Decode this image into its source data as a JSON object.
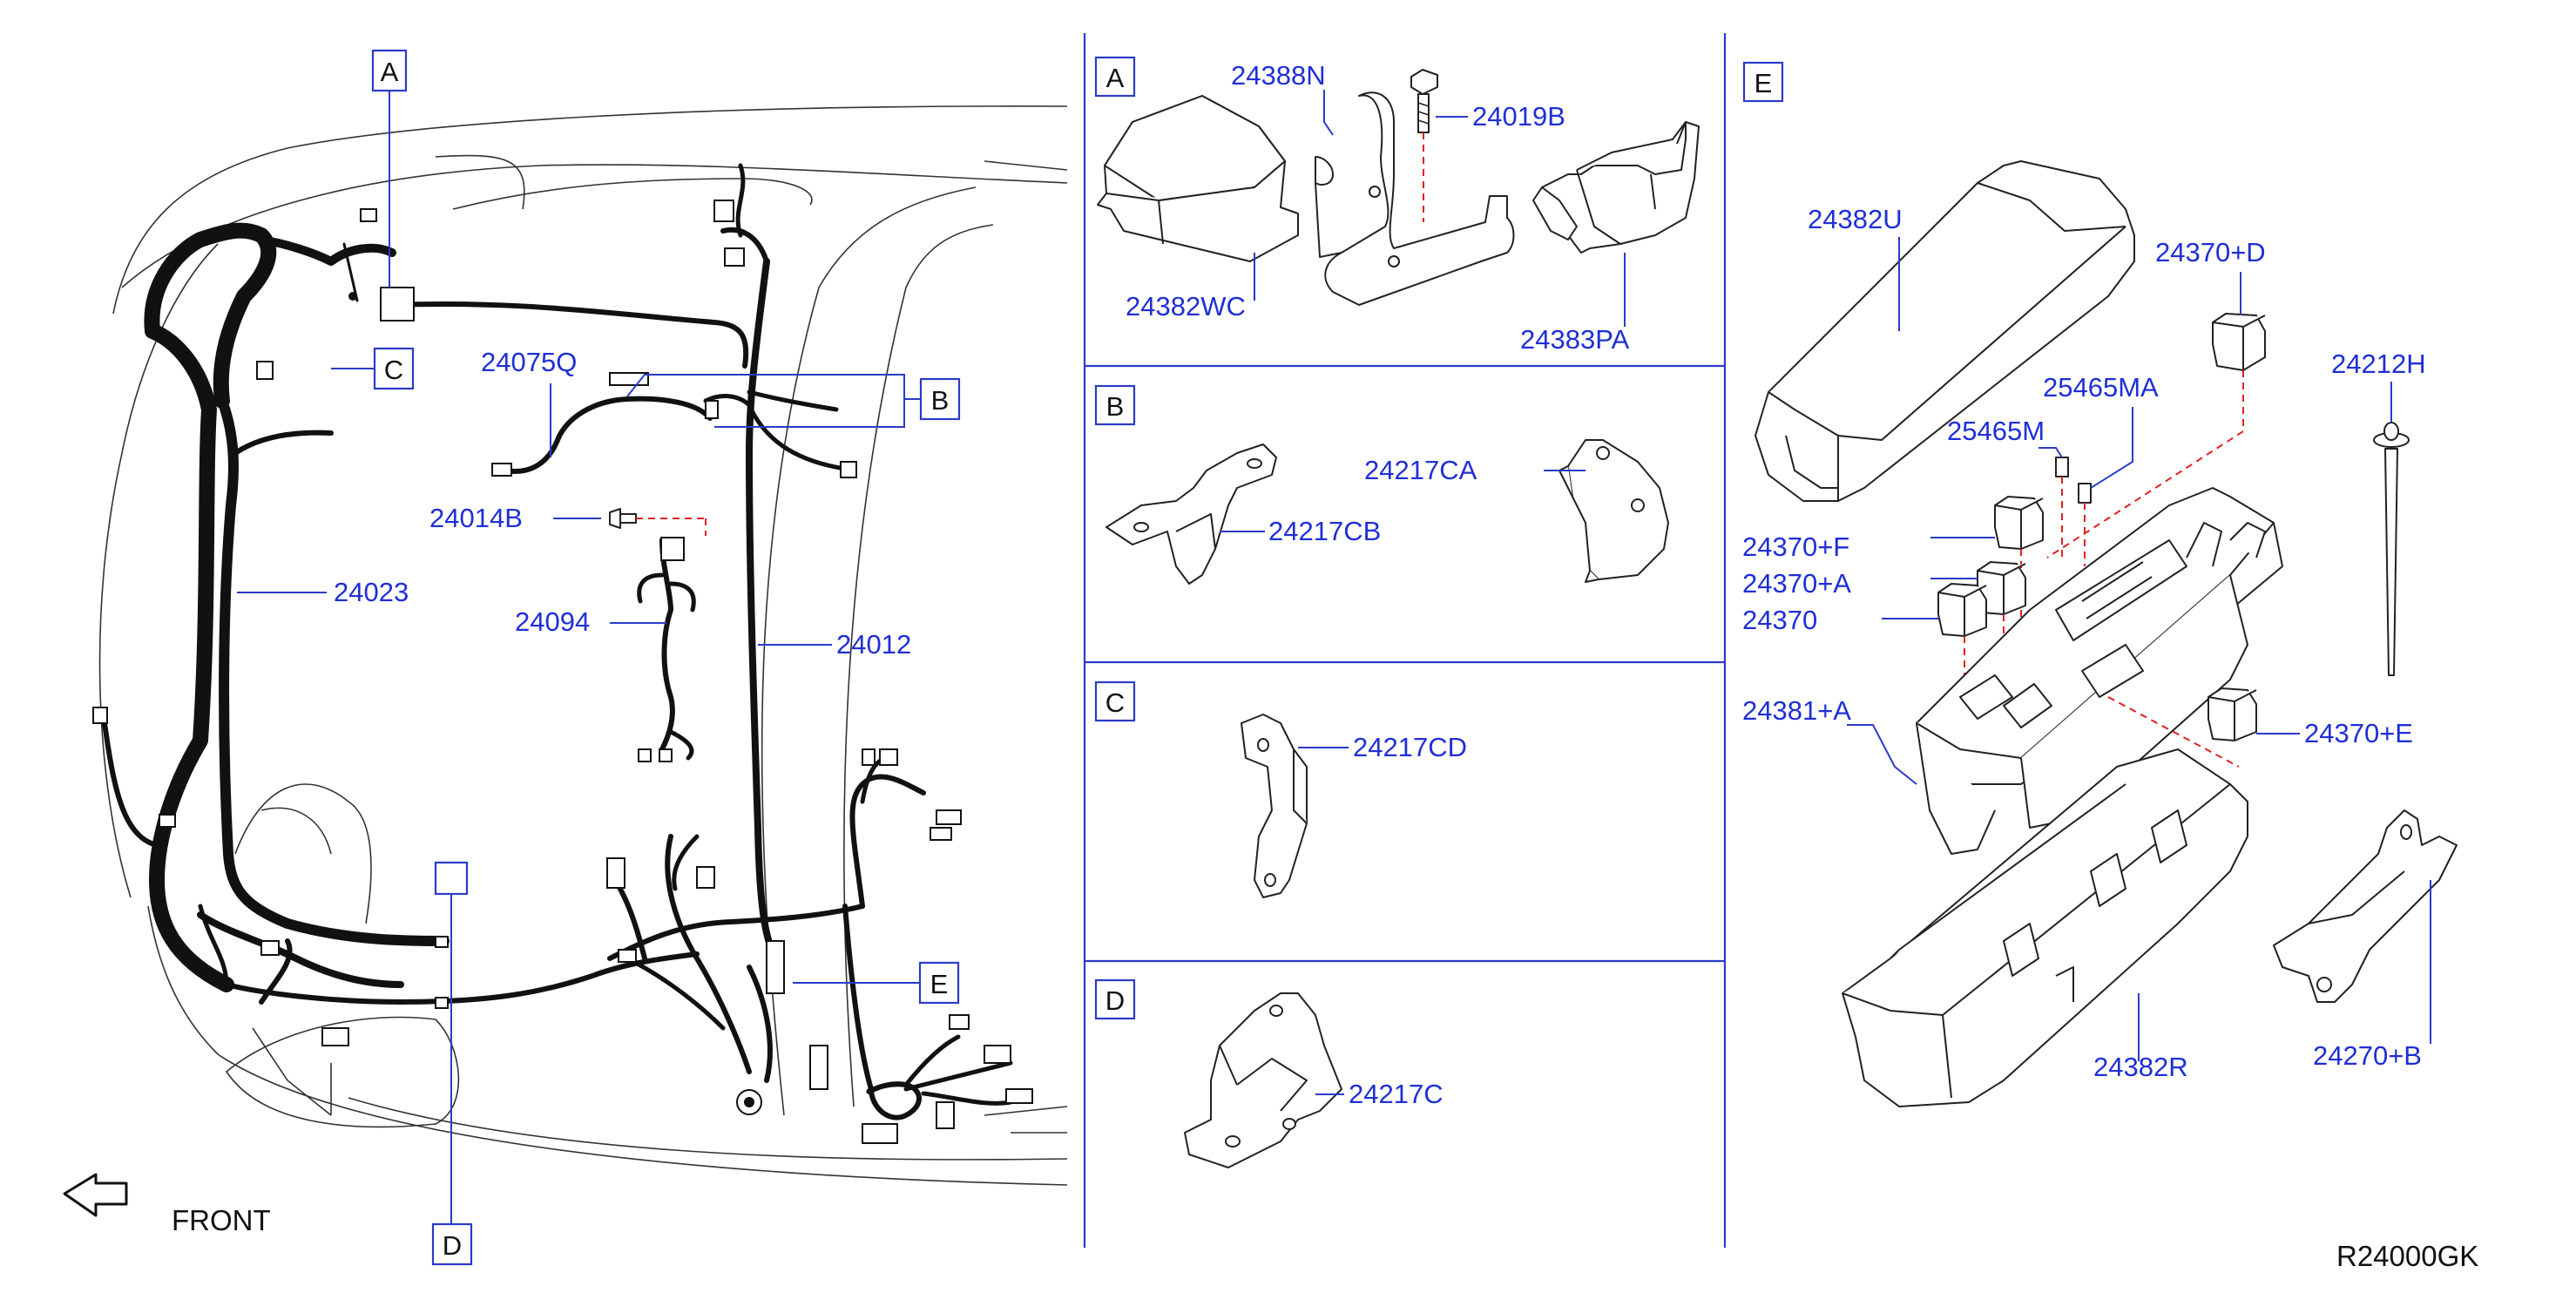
{
  "diagram_code": "R24000GK",
  "front_label": "FRONT",
  "callouts": {
    "A": "A",
    "B": "B",
    "C": "C",
    "D": "D",
    "E": "E"
  },
  "main_labels": {
    "p24075Q": "24075Q",
    "p24014B": "24014B",
    "p24023": "24023",
    "p24094": "24094",
    "p24012": "24012"
  },
  "panel_a": {
    "title": "A",
    "p24388N": "24388N",
    "p24019B": "24019B",
    "p24382WC": "24382WC",
    "p24383PA": "24383PA"
  },
  "panel_b": {
    "title": "B",
    "p24217CA": "24217CA",
    "p24217CB": "24217CB"
  },
  "panel_c": {
    "title": "C",
    "p24217CD": "24217CD"
  },
  "panel_d": {
    "title": "D",
    "p24217C": "24217C"
  },
  "panel_e": {
    "title": "E",
    "p24382U": "24382U",
    "p24370D": "24370+D",
    "p24212H": "24212H",
    "p25465MA": "25465MA",
    "p25465M": "25465M",
    "p24370F": "24370+F",
    "p24370A": "24370+A",
    "p24370": "24370",
    "p24381A": "24381+A",
    "p24370E": "24370+E",
    "p24382R": "24382R",
    "p24270B": "24270+B"
  },
  "colors": {
    "label": "#1f2fd6",
    "leader": "#2a3bc8",
    "harness": "#111111",
    "dash": "#e02020"
  }
}
